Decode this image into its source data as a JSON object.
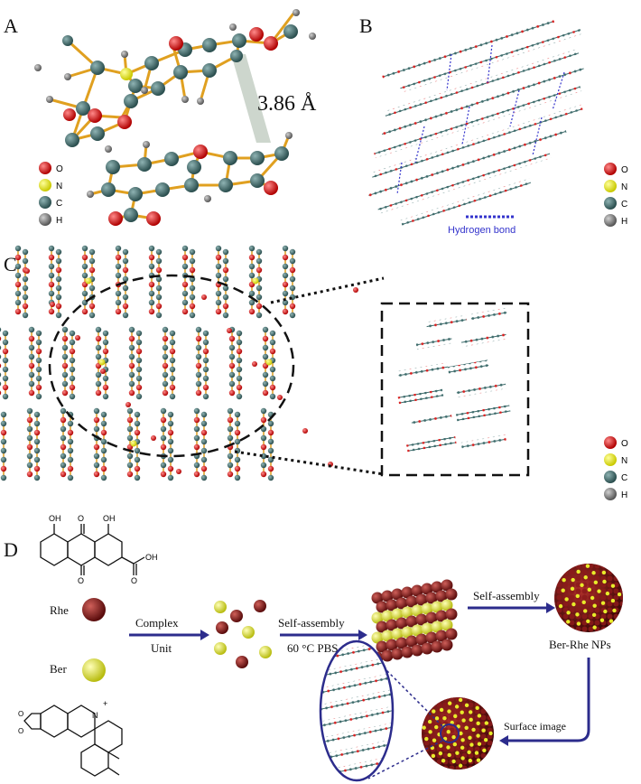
{
  "panels": {
    "a": {
      "label": "A",
      "distance": "3.86 Å"
    },
    "b": {
      "label": "B",
      "hbond_legend": "Hydrogen bond"
    },
    "c": {
      "label": "C"
    },
    "d": {
      "label": "D",
      "rhe": "Rhe",
      "ber": "Ber",
      "step1_top": "Complex",
      "step1_bottom": "Unit",
      "step2_top": "Self-assembly",
      "step2_bottom": "60 °C PBS",
      "step3_top": "Self-assembly",
      "product": "Ber-Rhe NPs",
      "step4": "Surface image",
      "rhe_atoms": {
        "oh1": "OH",
        "o1": "O",
        "oh2": "OH",
        "o2": "O",
        "cooh": "OH",
        "cooh_o": "O"
      },
      "ber_atoms": {
        "n": "N",
        "plus": "+",
        "o1": "O",
        "o2": "O"
      }
    }
  },
  "atom_legend": [
    {
      "symbol": "O",
      "color": "#d81e1e"
    },
    {
      "symbol": "N",
      "color": "#e6e61a"
    },
    {
      "symbol": "C",
      "color": "#3d6b6b"
    },
    {
      "symbol": "H",
      "color": "#7a7a7a"
    }
  ],
  "colors": {
    "carbon": "#3d6b6b",
    "oxygen": "#d81e1e",
    "bond": "#e0a020",
    "rhe_sphere": "#8b1a1a",
    "ber_sphere": "#e8ec2a",
    "arrow": "#2c2c8c",
    "hbond": "#3333cc"
  }
}
